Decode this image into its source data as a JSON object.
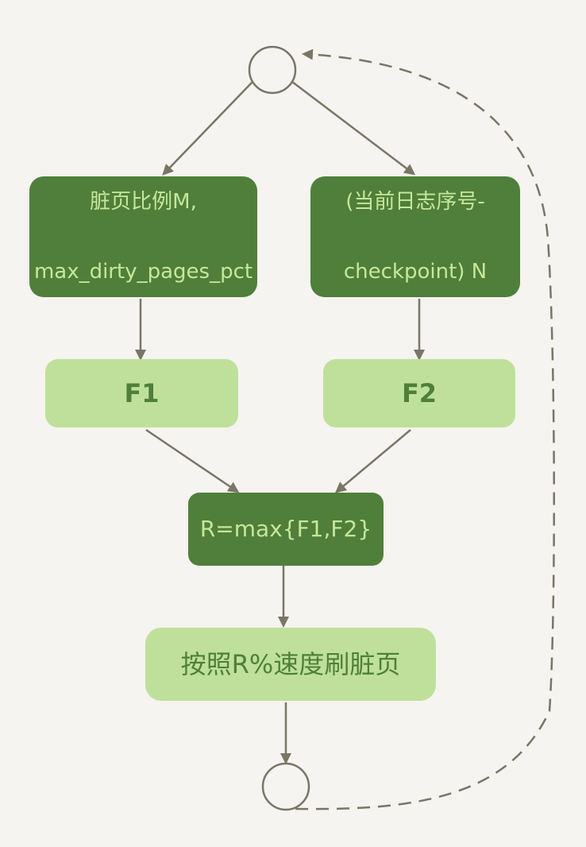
{
  "diagram": {
    "nodes": {
      "dirty_ratio": {
        "line1": "脏页比例M,",
        "line2": "max_dirty_pages_pct"
      },
      "lsn_diff": {
        "line1": "(当前日志序号-",
        "line2": "checkpoint) N"
      },
      "f1": {
        "label": "F1"
      },
      "f2": {
        "label": "F2"
      },
      "max_r": {
        "label": "R=max{F1,F2}"
      },
      "flush": {
        "label": "按照R%速度刷脏页"
      }
    },
    "colors": {
      "dark_box": "#4f7f3a",
      "light_box": "#bfe09a",
      "dark_text": "#c6e79a",
      "light_text": "#4f7f3a",
      "arrow": "#7a7565",
      "background": "#f5f4f0"
    }
  }
}
